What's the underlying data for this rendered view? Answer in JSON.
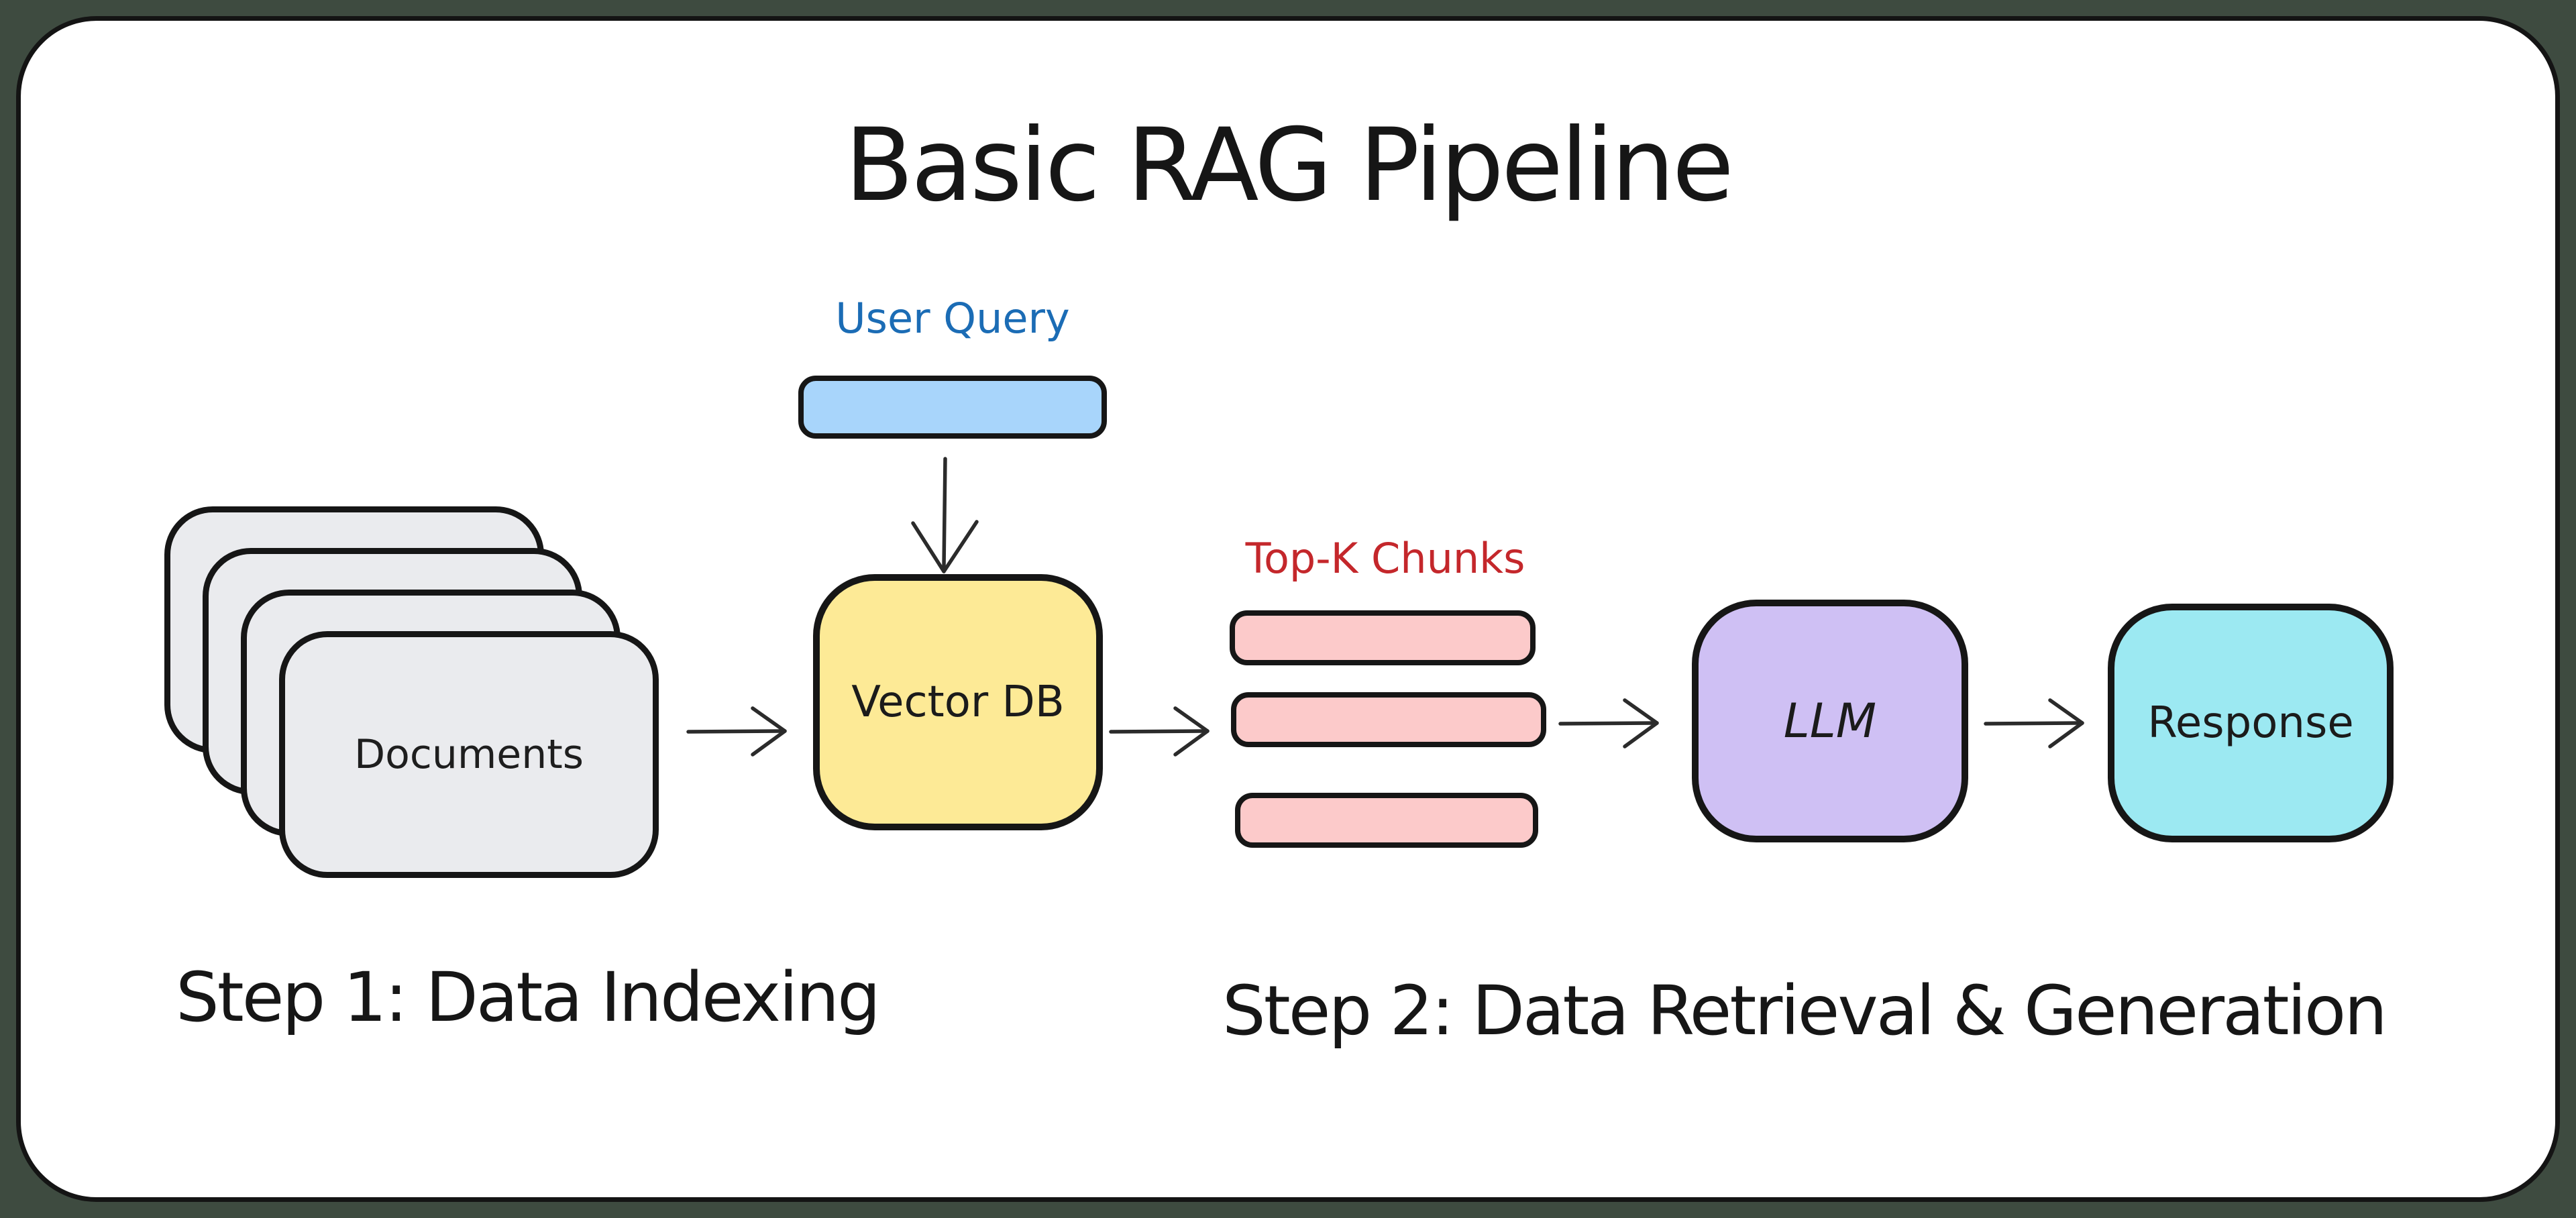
{
  "title": "Basic RAG Pipeline",
  "colors": {
    "page_background": "#3e4b40",
    "canvas_background": "#ffffff",
    "outline": "#161616",
    "user_query_fill": "#a8d5fb",
    "user_query_label_color": "#1b6cb5",
    "documents_fill": "#eaebee",
    "vector_db_fill": "#fdea96",
    "chunks_fill": "#fccaca",
    "chunks_label_color": "#c4272b",
    "llm_fill": "#cfc0f4",
    "response_fill": "#9ce9f2",
    "arrow_color": "#2b2b2b"
  },
  "nodes": {
    "user_query": {
      "label": "User Query"
    },
    "documents": {
      "label": "Documents",
      "stack_count": 4
    },
    "vector_db": {
      "label": "Vector DB"
    },
    "top_k_chunks": {
      "label": "Top-K Chunks",
      "bar_count": 3
    },
    "llm": {
      "label": "LLM"
    },
    "response": {
      "label": "Response"
    }
  },
  "steps": {
    "step1": "Step 1: Data Indexing",
    "step2": "Step 2: Data Retrieval & Generation"
  }
}
